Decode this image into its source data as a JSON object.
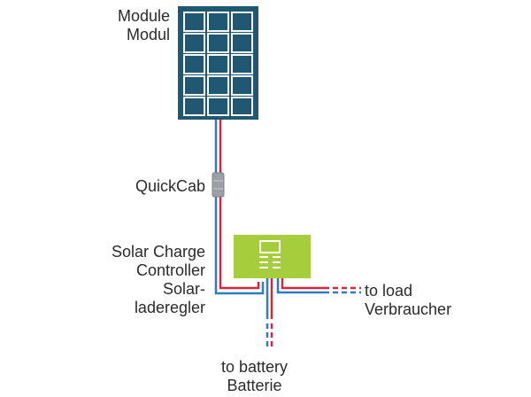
{
  "labels": {
    "module_en": "Module",
    "module_de": "Modul",
    "quickcab": "QuickCab",
    "controller_line1": "Solar Charge",
    "controller_line2": "Controller",
    "controller_line3": "Solar-",
    "controller_line4": "laderegler",
    "load_en": "to load",
    "load_de": "Verbraucher",
    "battery_en": "to battery",
    "battery_de": "Batterie"
  },
  "colors": {
    "panel_fill": "#1f5870",
    "panel_grid": "#ffffff",
    "controller_fill": "#a6cd3c",
    "wire_red": "#d7263d",
    "wire_blue": "#2a7fc1",
    "connector": "#9aa0a6",
    "text": "#2b2b2b"
  }
}
